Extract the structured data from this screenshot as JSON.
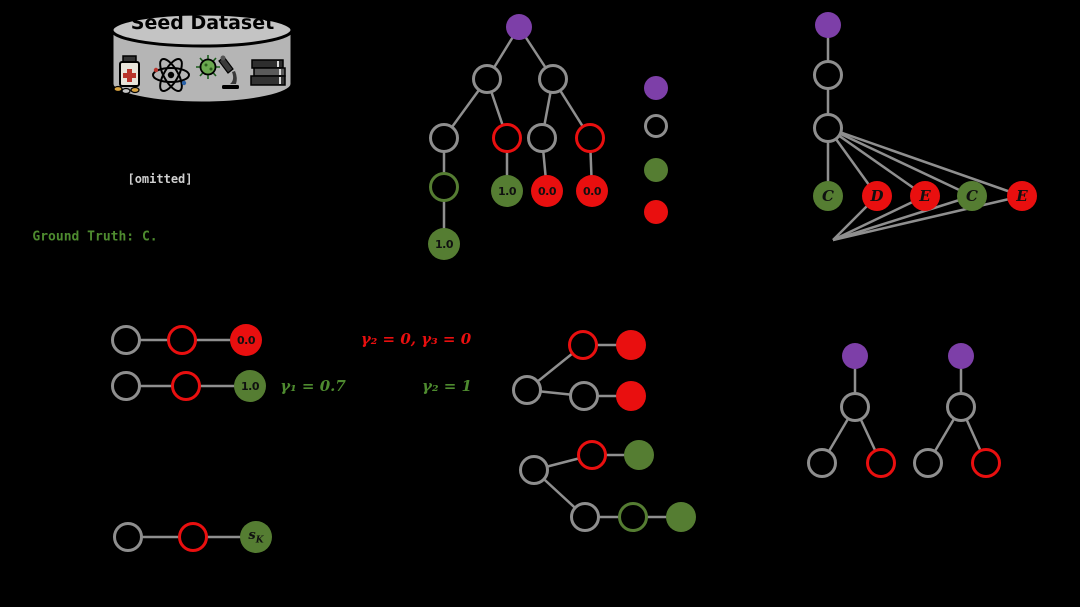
{
  "seed_dataset": {
    "title": "Seed Dataset"
  },
  "labels": {
    "omitted": "[omitted]",
    "ground_truth": "Ground Truth: C."
  },
  "tree_values": [
    "1.0",
    "1.0",
    "0.0",
    "0.0"
  ],
  "chain_letters": [
    "C",
    "D",
    "E",
    "C",
    "E"
  ],
  "rollouts": {
    "fail_value": "0.0",
    "success_value": "1.0",
    "gamma_green_1": "γ₁ = 0.7",
    "gamma_red": "γ₂ = 0, γ₃ = 0",
    "gamma_green_2": "γ₂ = 1",
    "state_base": "s",
    "state_sub": "K"
  },
  "colors": {
    "purple": "#7d3fa8",
    "gray": "#8e8e8e",
    "red": "#e90f0f",
    "green_fill": "#557d32",
    "green_text": "#4e8b2f",
    "cylinder_body": "#b5b5b5",
    "background": "#000000"
  }
}
